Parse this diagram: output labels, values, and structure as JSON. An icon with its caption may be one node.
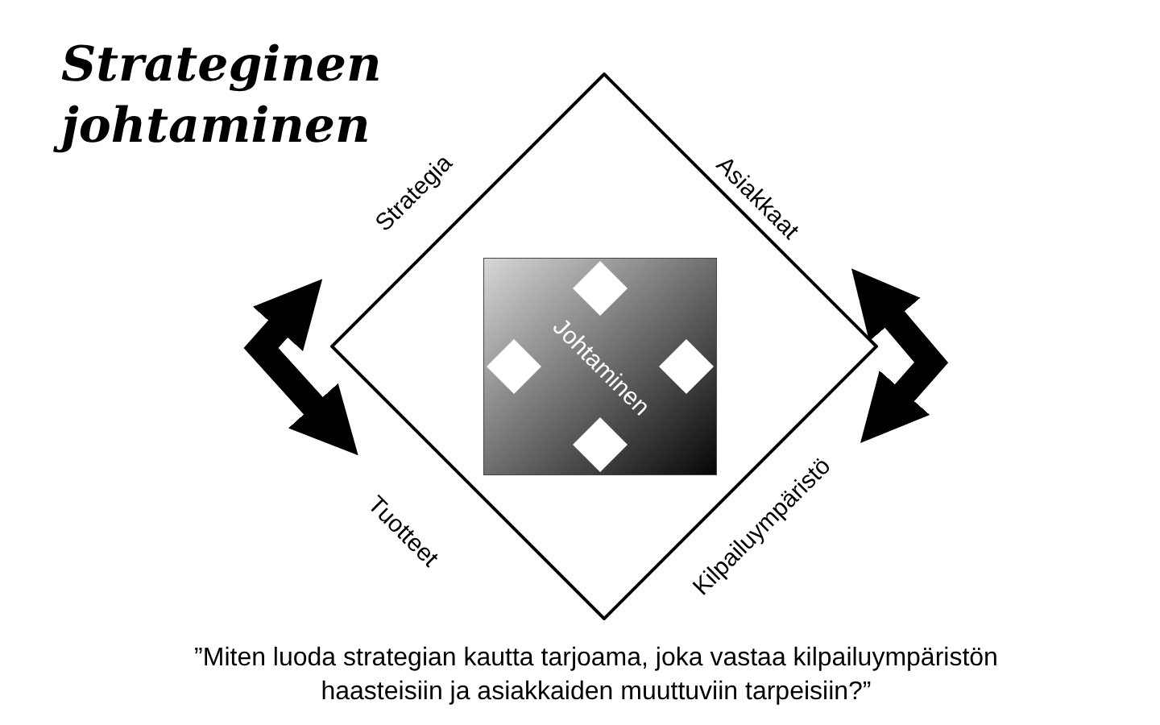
{
  "diagram": {
    "title": "Strateginen johtaminen",
    "caption": "”Miten luoda strategian kautta tarjoama, joka vastaa kilpailuympäristön haasteisiin ja asiakkaiden muuttuviin tarpeisiin?”",
    "nodes": [
      {
        "text": [
          "Strategia",
          "Asiakkaat",
          "Tuotteet",
          "Kilpailuympäristö"
        ]
      },
      {
        "text": [
          "Johtaminen"
        ],
        "in": 0
      }
    ],
    "edges": []
  }
}
